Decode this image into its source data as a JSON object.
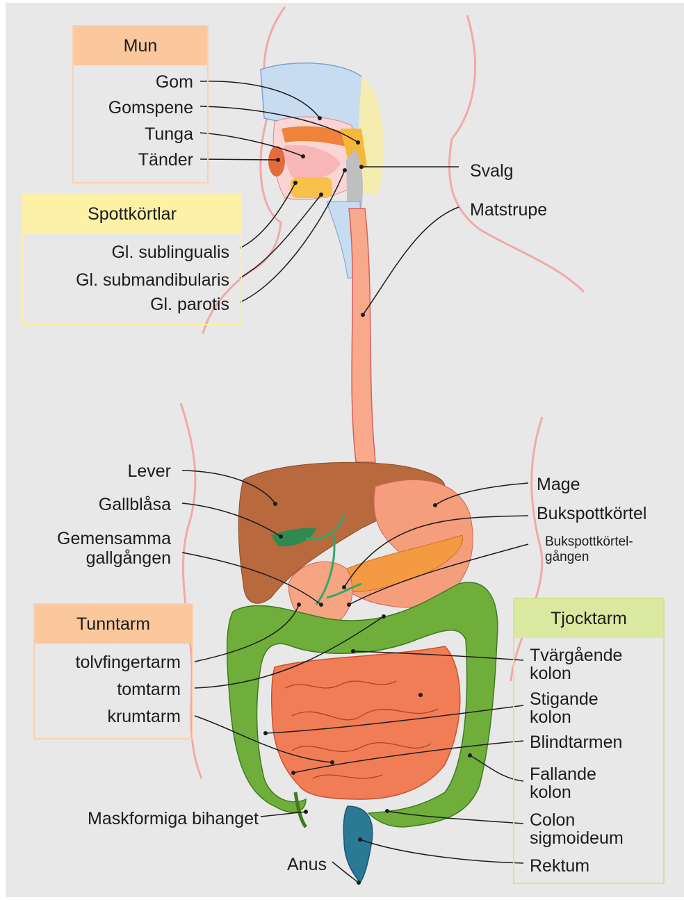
{
  "colors": {
    "mun": "#fbc79d",
    "spottkortlar": "#fdf1a8",
    "tunntarm": "#fbc79d",
    "tjocktarm": "#dbe8a0",
    "background": "#e8e8e8",
    "leader": "#1c1c1c"
  },
  "groups": {
    "mun": "Mun",
    "spottkortlar": "Spottkörtlar",
    "tunntarm": "Tunntarm",
    "tjocktarm": "Tjocktarm"
  },
  "labels": {
    "gom": "Gom",
    "gomspene": "Gomspene",
    "tunga": "Tunga",
    "tander": "Tänder",
    "svalg": "Svalg",
    "matstrupe": "Matstrupe",
    "sublingualis": "Gl. sublingualis",
    "submandibularis": "Gl. submandibularis",
    "parotis": "Gl. parotis",
    "lever": "Lever",
    "gallblasa": "Gallblåsa",
    "gallgangen_1": "Gemensamma",
    "gallgangen_2": "gallgången",
    "mage": "Mage",
    "bukspottkortel": "Bukspottkörtel",
    "bukspottgangen_1": "Bukspottkörtel-",
    "bukspottgangen_2": "gången",
    "tolvfingertarm": "tolvfingertarm",
    "tomtarm": "tomtarm",
    "krumtarm": "krumtarm",
    "maskformiga": "Maskformiga bihanget",
    "anus": "Anus",
    "tvargaende_1": "Tvärgående",
    "tvargaende_2": "kolon",
    "stigande_1": "Stigande",
    "stigande_2": "kolon",
    "blindtarmen": "Blindtarmen",
    "fallande_1": "Fallande",
    "fallande_2": "kolon",
    "sigmoideum_1": "Colon",
    "sigmoideum_2": "sigmoideum",
    "rektum": "Rektum"
  }
}
